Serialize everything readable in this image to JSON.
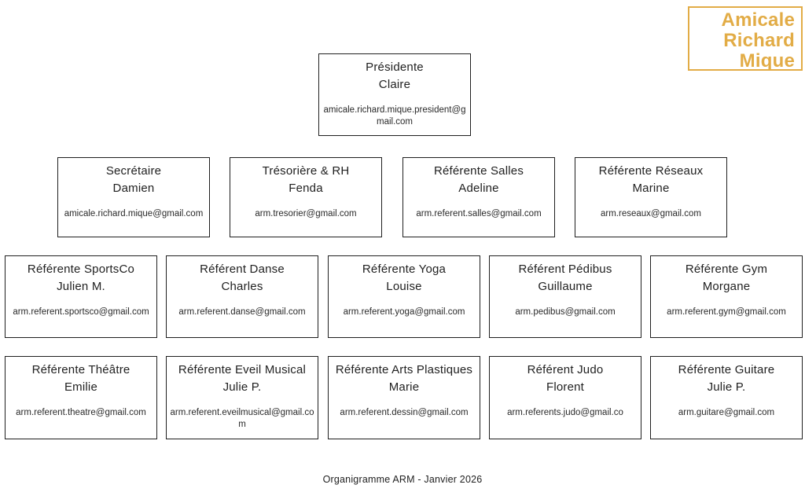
{
  "logo": {
    "lines": [
      "Amicale",
      "Richard",
      "Mique"
    ],
    "color": "#e2ac46"
  },
  "caption": "Organigramme ARM - Janvier 2026",
  "org": {
    "president": {
      "role": "Présidente",
      "name": "Claire",
      "email": "amicale.richard.mique.president@gmail.com"
    },
    "row2": [
      {
        "role": "Secrétaire",
        "name": "Damien",
        "email": "amicale.richard.mique@gmail.com"
      },
      {
        "role": "Trésorière & RH",
        "name": "Fenda",
        "email": "arm.tresorier@gmail.com"
      },
      {
        "role": "Référente Salles",
        "name": "Adeline",
        "email": "arm.referent.salles@gmail.com"
      },
      {
        "role": "Référente Réseaux",
        "name": "Marine",
        "email": "arm.reseaux@gmail.com"
      }
    ],
    "row3": [
      {
        "role": "Référente SportsCo",
        "name": "Julien M.",
        "email": "arm.referent.sportsco@gmail.com"
      },
      {
        "role": "Référent Danse",
        "name": "Charles",
        "email": "arm.referent.danse@gmail.com"
      },
      {
        "role": "Référente Yoga",
        "name": "Louise",
        "email": "arm.referent.yoga@gmail.com"
      },
      {
        "role": "Référent Pédibus",
        "name": "Guillaume",
        "email": "arm.pedibus@gmail.com"
      },
      {
        "role": "Référente Gym",
        "name": "Morgane",
        "email": "arm.referent.gym@gmail.com"
      }
    ],
    "row4": [
      {
        "role": "Référente Théâtre",
        "name": "Emilie",
        "email": "arm.referent.theatre@gmail.com"
      },
      {
        "role": "Référente Eveil Musical",
        "name": "Julie P.",
        "email": "arm.referent.eveilmusical@gmail.com"
      },
      {
        "role": "Référente Arts Plastiques",
        "name": "Marie",
        "email": "arm.referent.dessin@gmail.com"
      },
      {
        "role": "Référent Judo",
        "name": "Florent",
        "email": "arm.referents.judo@gmail.co"
      },
      {
        "role": "Référente Guitare",
        "name": "Julie P.",
        "email": "arm.guitare@gmail.com"
      }
    ]
  }
}
